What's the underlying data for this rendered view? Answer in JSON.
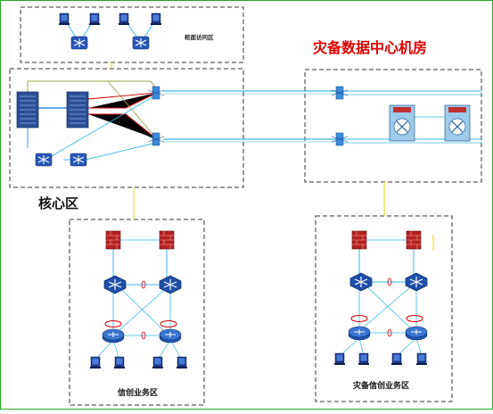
{
  "zones": {
    "top_zone_label": "柜面访问区",
    "core_label": "核心区",
    "backup_dc_title": "灾备数据中心机房",
    "business_label": "信创业务区",
    "backup_business_label": "灾备信创业务区"
  },
  "colors": {
    "title_red": "#e00000",
    "link_cyan": "#3ab6e8",
    "link_blue": "#1e66d0",
    "link_red": "#d00000",
    "link_yellow": "#e8d800",
    "link_olive": "#9aa44a",
    "border_green": "#22aa22"
  },
  "devices": {
    "access_switch_icon": "network-switch-icon",
    "core_switch_icon": "core-switch-icon",
    "server_icon": "server-rack-icon",
    "firewall_icon": "firewall-icon",
    "router_icon": "router-icon",
    "workstation_icon": "workstation-icon"
  }
}
